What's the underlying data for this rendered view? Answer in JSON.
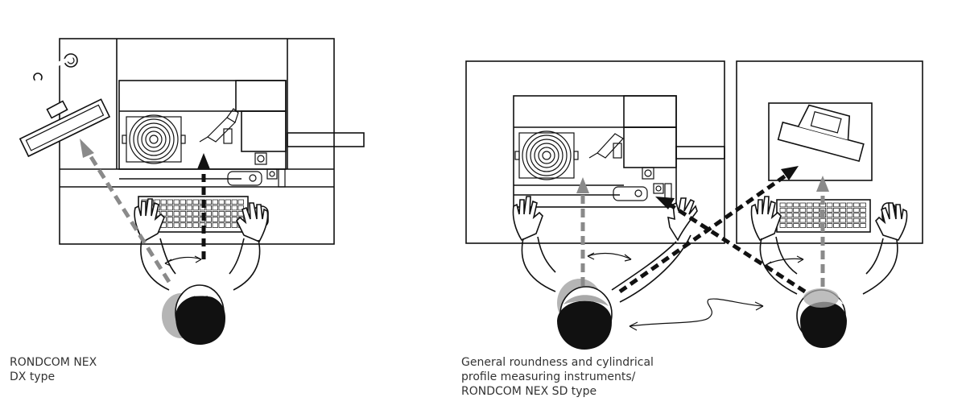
{
  "captions": {
    "left": [
      "RONDCOM NEX",
      "DX type"
    ],
    "right": [
      "General roundness and cylindrical",
      "profile measuring instruments/",
      "RONDCOM NEX SD type"
    ]
  },
  "colors": {
    "line": "#111111",
    "gray_arrow": "#8a8a8a",
    "black_arrow": "#111111",
    "head_gray": "#a8a8a8",
    "caption_text": "#333333"
  }
}
